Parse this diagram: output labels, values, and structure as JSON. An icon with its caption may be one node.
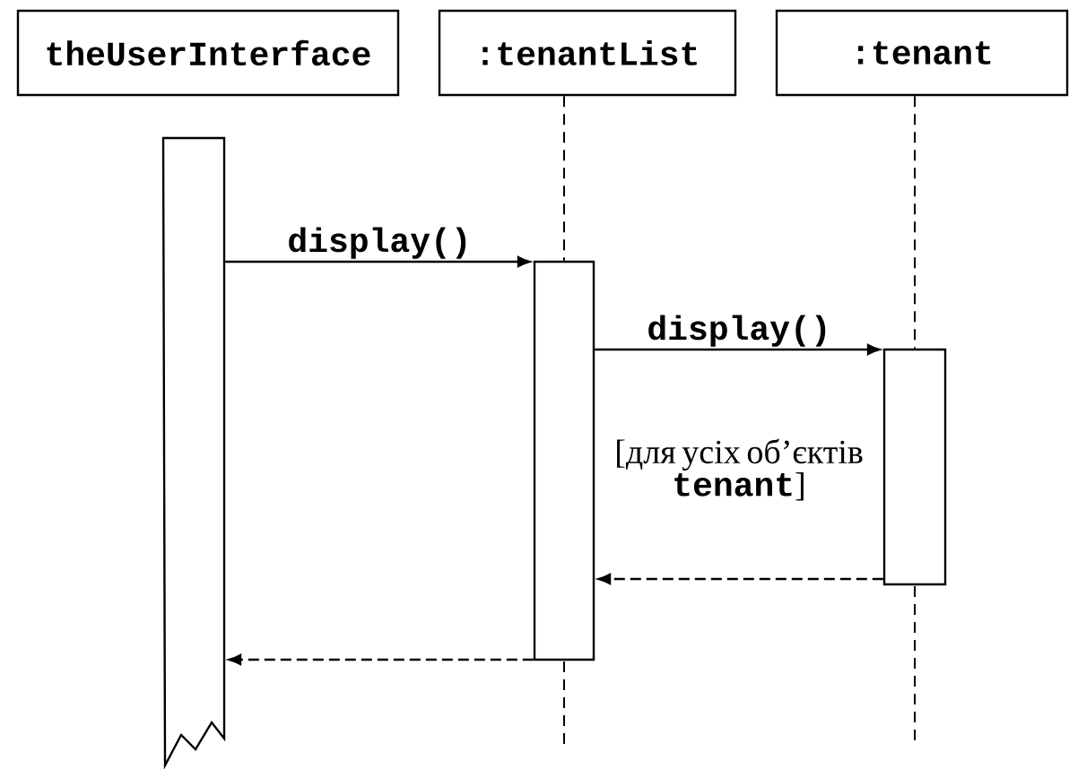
{
  "diagram": {
    "nodes": [
      {
        "text": [
          "theUserInterface"
        ]
      },
      {
        "text": [
          ":tenantList"
        ]
      },
      {
        "text": [
          ":tenant"
        ]
      },
      {
        "text": [],
        "shape": "bar"
      },
      {
        "text": [],
        "shape": "bar"
      },
      {
        "text": [],
        "shape": "bar"
      }
    ],
    "edges": [
      {
        "from": 1,
        "to": 4,
        "arrow": "none",
        "style": "dashed"
      },
      {
        "from": 2,
        "to": 5,
        "arrow": "none",
        "style": "dashed"
      },
      {
        "from": 3,
        "to": 4,
        "arrow": "to",
        "label": "display()"
      },
      {
        "from": 4,
        "to": 5,
        "arrow": "to",
        "label": "display()"
      },
      {
        "from": 5,
        "to": 4,
        "arrow": "to",
        "style": "dashed"
      },
      {
        "from": 4,
        "to": 3,
        "arrow": "to",
        "style": "dashed"
      }
    ],
    "labels": [
      "[для усіх об’єктів **tenant**]"
    ]
  }
}
